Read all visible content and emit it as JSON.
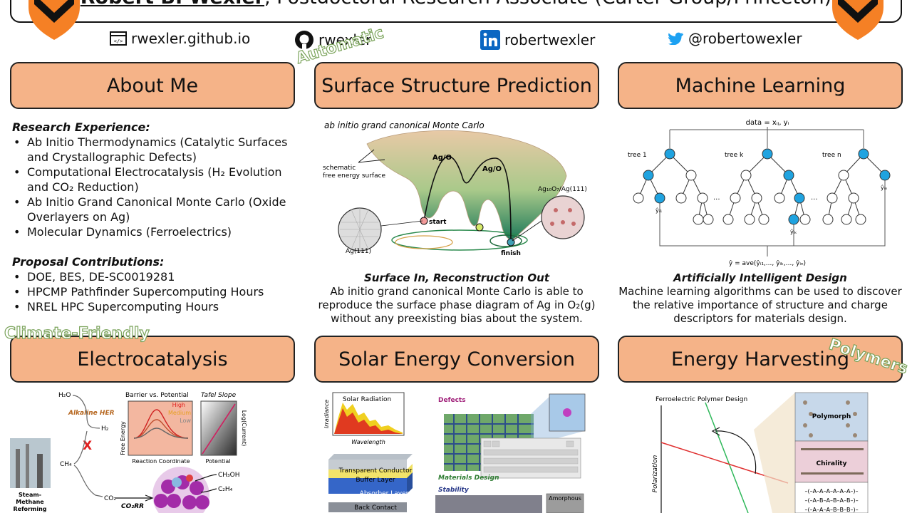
{
  "header": {
    "name": "Robert B. Wexler",
    "title_rest": ", Postdoctoral Research Associate (Carter Group/Princeton)"
  },
  "links": [
    {
      "icon": "web-icon",
      "label": "rwexler.github.io"
    },
    {
      "icon": "github-icon",
      "label": "rwexler"
    },
    {
      "icon": "linkedin-icon",
      "label": "robertwexler"
    },
    {
      "icon": "twitter-icon",
      "label": "@robertowexler"
    }
  ],
  "sections": {
    "about": "About Me",
    "surface": "Surface Structure Prediction",
    "ml": "Machine Learning",
    "electro": "Electrocatalysis",
    "solar": "Solar Energy Conversion",
    "harvest": "Energy Harvesting"
  },
  "tags": {
    "automatic": "Automatic",
    "climate": "Climate-Friendly",
    "polymers": "Polymers"
  },
  "about": {
    "research_heading": "Research Experience",
    "research_items": [
      "Ab Initio Thermodynamics (Catalytic Surfaces and Crystallographic Defects)",
      "Computational Electrocatalysis (H₂ Evolution and CO₂ Reduction)",
      "Ab Initio Grand Canonical Monte Carlo (Oxide Overlayers on Ag)",
      "Molecular Dynamics (Ferroelectrics)"
    ],
    "proposal_heading": "Proposal Contributions",
    "proposal_items": [
      "DOE, BES, DE-SC0019281",
      "HPCMP Pathfinder Supercomputing Hours",
      "NREL HPC Supercomputing Hours"
    ]
  },
  "surface": {
    "fig_title": "ab initio grand canonical Monte Carlo",
    "schematic_label_1": "schematic",
    "schematic_label_2": "free energy surface",
    "ag_o_1": "Ag/O",
    "ag_o_2": "Ag/O",
    "ag10": "Ag₁₀O₇/Ag(111)",
    "start": "start",
    "finish": "finish",
    "ag111": "Ag(111)",
    "caption_title": "Surface In, Reconstruction Out",
    "caption_1": "Ab initio grand canonical Monte Carlo is able to",
    "caption_2": "reproduce the surface phase diagram of Ag in O₂(g)",
    "caption_3": "without any preexisting bias about the system."
  },
  "ml": {
    "data_label": "data = xᵢⱼ, yᵢ",
    "tree_1": "tree 1",
    "tree_k": "tree k",
    "tree_n": "tree n",
    "y_i1": "ŷᵢ₁",
    "y_ik": "ŷᵢₖ",
    "y_in": "ŷᵢₙ",
    "ellipsis": "...",
    "avg": "ŷ = ave(ŷᵢ₁,..., ŷᵢₖ,..., ŷᵢₙ)",
    "caption_title": "Artificially Intelligent Design",
    "caption_1": "Machine learning algorithms can be used to discover",
    "caption_2": "the relative importance of structure and charge",
    "caption_3": "descriptors for materials design."
  },
  "electro": {
    "h2o": "H₂O",
    "alkaline_her": "Alkaline HER",
    "h2": "H₂",
    "ch4": "CH₄",
    "co2": "CO₂",
    "co2rr": "CO₂RR",
    "ch3oh": "CH₃OH",
    "c2h4": "C₂H₄",
    "barrier_title": "Barrier vs. Potential",
    "free_energy": "Free Energy",
    "high": "High",
    "medium": "Medium",
    "low": "Low",
    "reaction_coordinate": "Reaction Coordinate",
    "tafel_title": "Tafel Slope",
    "log_current": "Log(Current)",
    "potential": "Potential",
    "steam_1": "Steam-",
    "steam_2": "Methane",
    "steam_3": "Reforming"
  },
  "solar": {
    "solar_radiation": "Solar Radiation",
    "irradiance": "Irradiance",
    "wavelength": "Wavelength",
    "defects": "Defects",
    "transparent": "Transparent Conductor",
    "buffer": "Buffer Layer",
    "absorber": "Absorber Layer",
    "back": "Back Contact",
    "materials_design": "Materials Design",
    "stability": "Stability",
    "amorphous": "Amorphous"
  },
  "harvest": {
    "fig_title": "Ferroelectric Polymer Design",
    "polarization": "Polarization",
    "polymorph": "Polymorph",
    "chirality": "Chirality",
    "seq_1": "–(–A–A–A–A–A–A–)–",
    "seq_2": "–(–A–B–A–B–A–B–)–",
    "seq_3": "–(–A–A–A–B–B–B–)–"
  },
  "colors": {
    "header_fill": "#f5b388",
    "princeton_orange": "#f58025",
    "tag_green": "#7aa35a"
  }
}
